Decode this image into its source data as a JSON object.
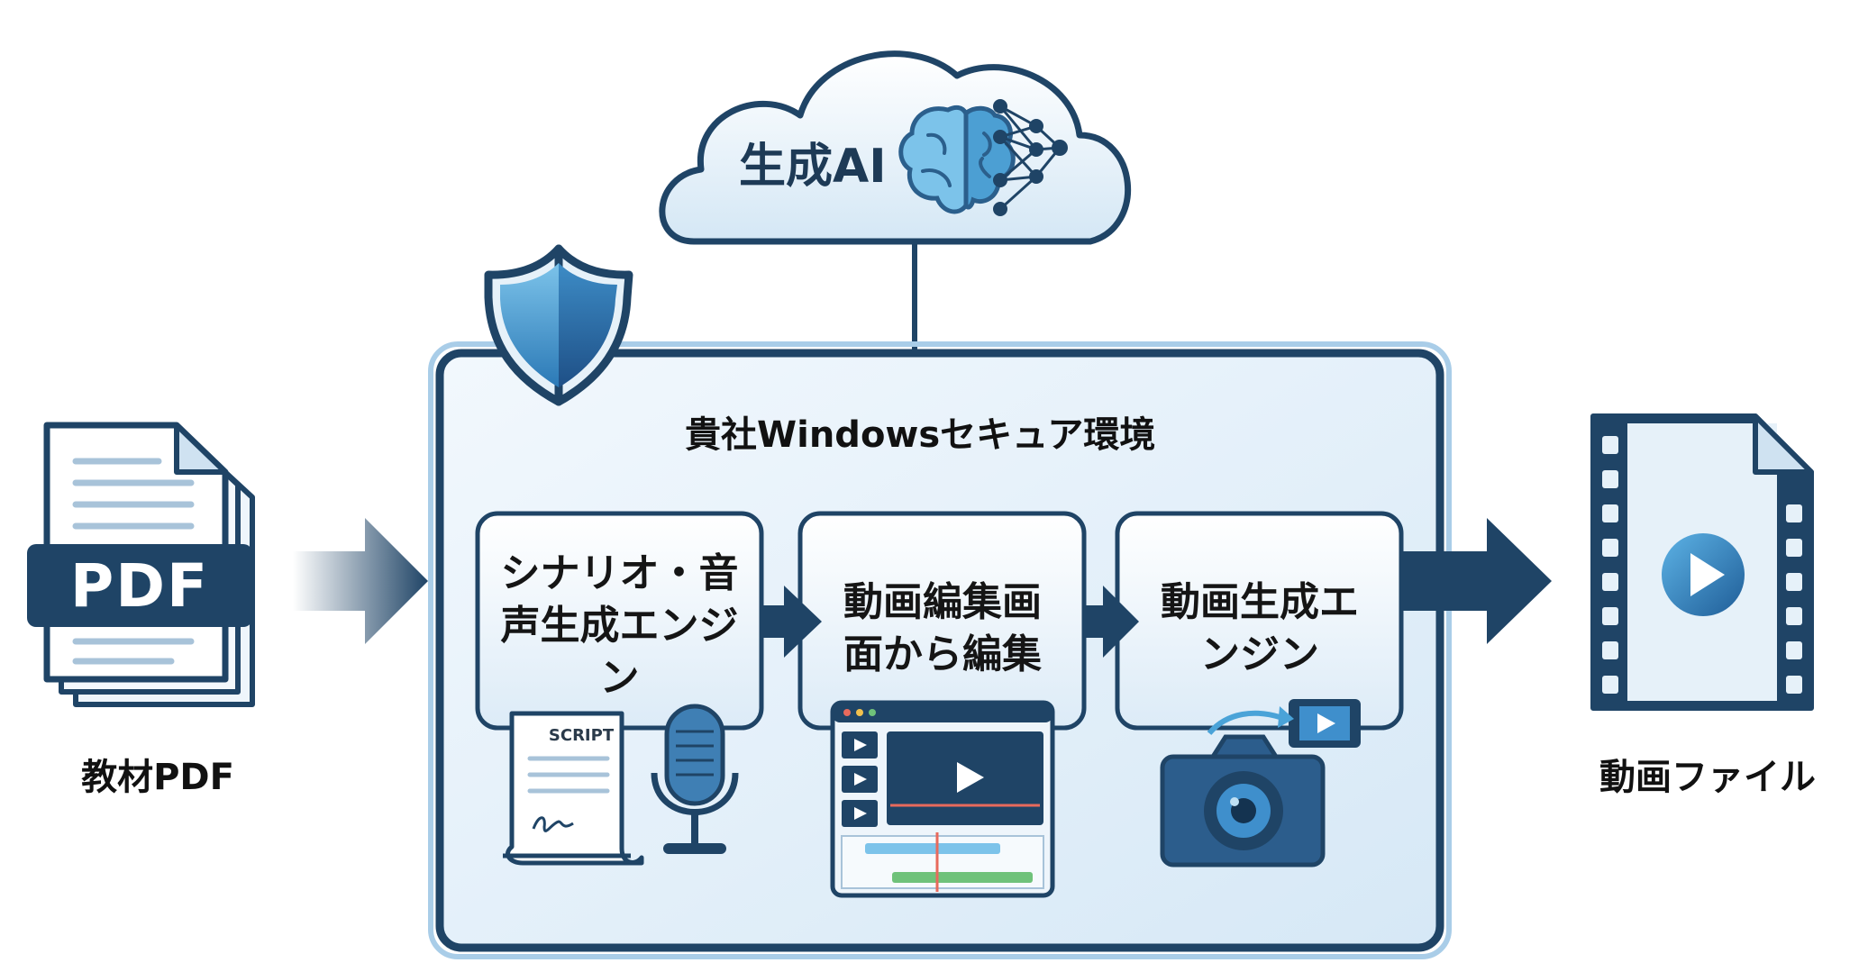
{
  "cloud": {
    "label": "生成AI"
  },
  "environment": {
    "title": "貴社Windowsセキュア環境"
  },
  "input": {
    "badge": "PDF",
    "label": "教材PDF"
  },
  "steps": [
    {
      "title": "シナリオ・音声生成エンジン"
    },
    {
      "title": "動画編集画面から編集"
    },
    {
      "title": "動画生成エンジン"
    }
  ],
  "script_doc": {
    "label": "SCRIPT"
  },
  "output": {
    "label": "動画ファイル"
  },
  "colors": {
    "navy": "#1f4466",
    "steel": "#2e6590",
    "light": "#e6f1f9",
    "accent": "#4aa3d8"
  }
}
